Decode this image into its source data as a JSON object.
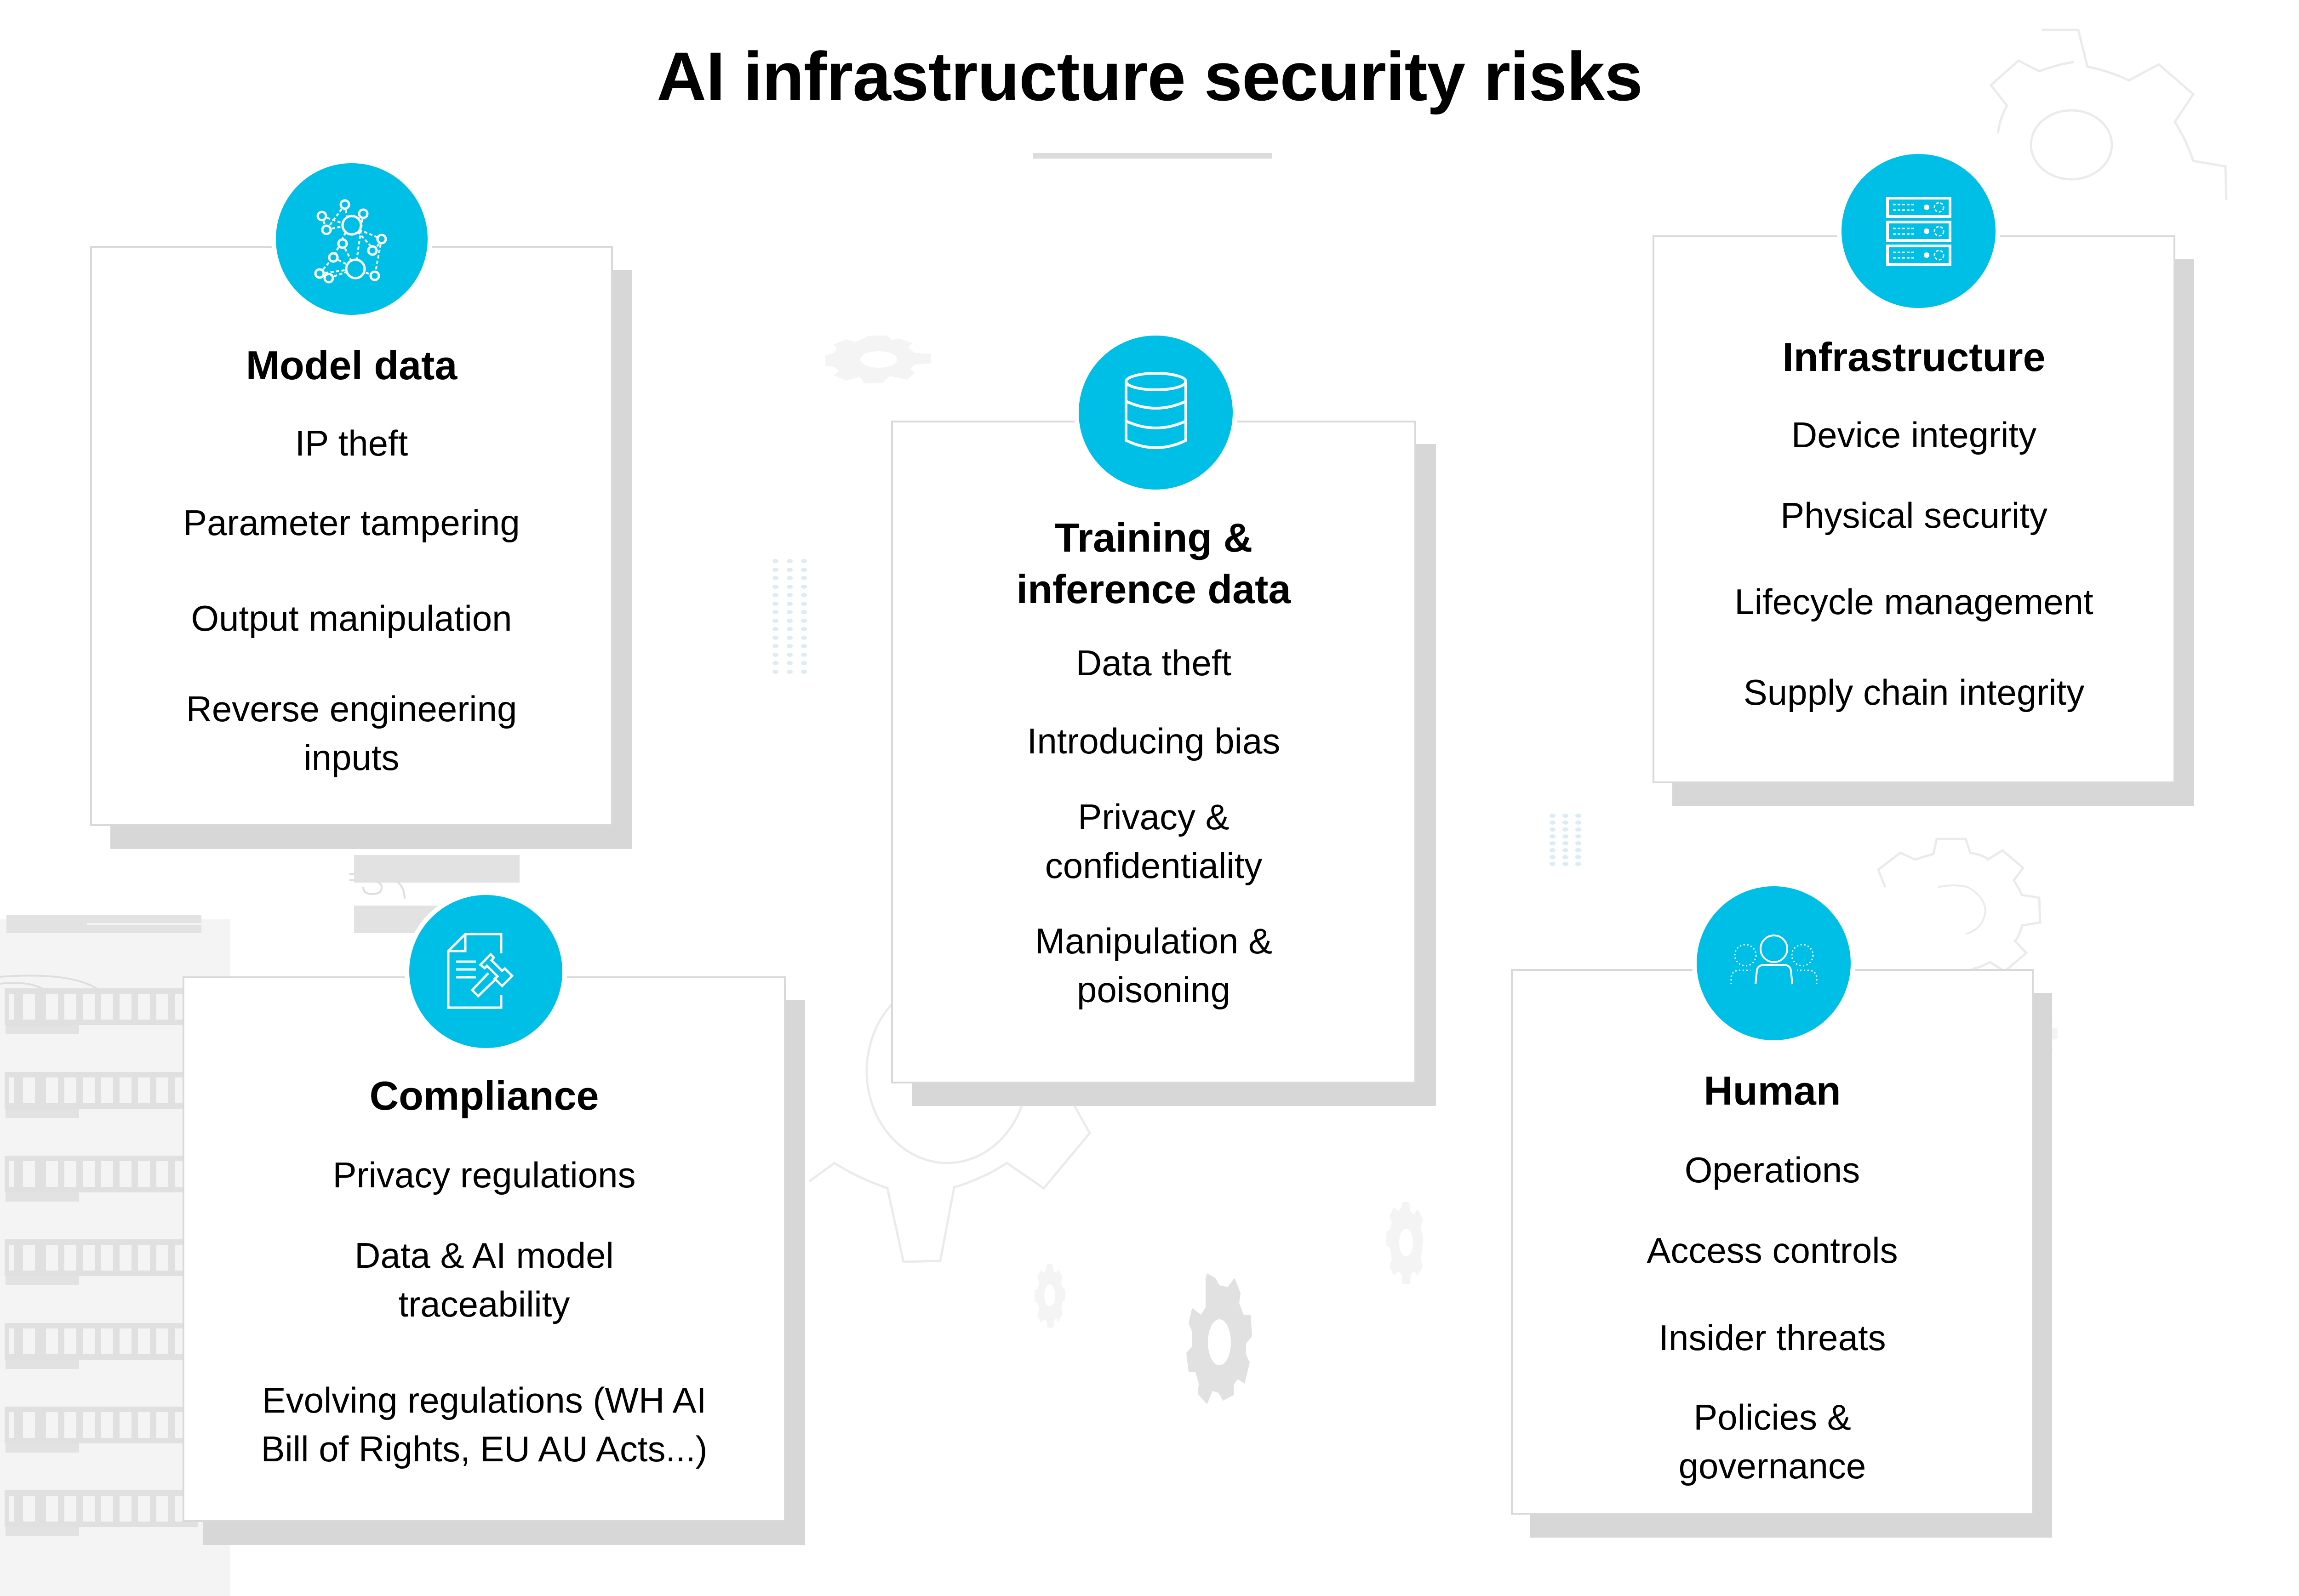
{
  "title": "AI infrastructure security risks",
  "colors": {
    "accent": "#00BFE6",
    "card_border": "#D9D9D9",
    "card_shadow": "#D7D7D7",
    "background_decor": "#EBEBEB",
    "dots": "#DCECF4",
    "text": "#000000"
  },
  "cards": [
    {
      "id": "model-data",
      "icon": "network-nodes-icon",
      "title": "Model data",
      "items": [
        "IP theft",
        "Parameter tampering",
        "Output manipulation",
        "Reverse engineering\ninputs"
      ]
    },
    {
      "id": "training-inference-data",
      "icon": "database-icon",
      "title": "Training &\ninference data",
      "items": [
        "Data theft",
        "Introducing bias",
        "Privacy &\nconfidentiality",
        "Manipulation &\npoisoning"
      ]
    },
    {
      "id": "infrastructure",
      "icon": "server-rack-icon",
      "title": "Infrastructure",
      "items": [
        "Device integrity",
        "Physical security",
        "Lifecycle management",
        "Supply chain integrity"
      ]
    },
    {
      "id": "compliance",
      "icon": "document-gavel-icon",
      "title": "Compliance",
      "items": [
        "Privacy regulations",
        "Data & AI model\ntraceability",
        "Evolving regulations (WH AI\nBill of Rights, EU AU Acts...)"
      ]
    },
    {
      "id": "human",
      "icon": "people-group-icon",
      "title": "Human",
      "items": [
        "Operations",
        "Access controls",
        "Insider threats",
        "Policies &\ngovernance"
      ]
    }
  ]
}
